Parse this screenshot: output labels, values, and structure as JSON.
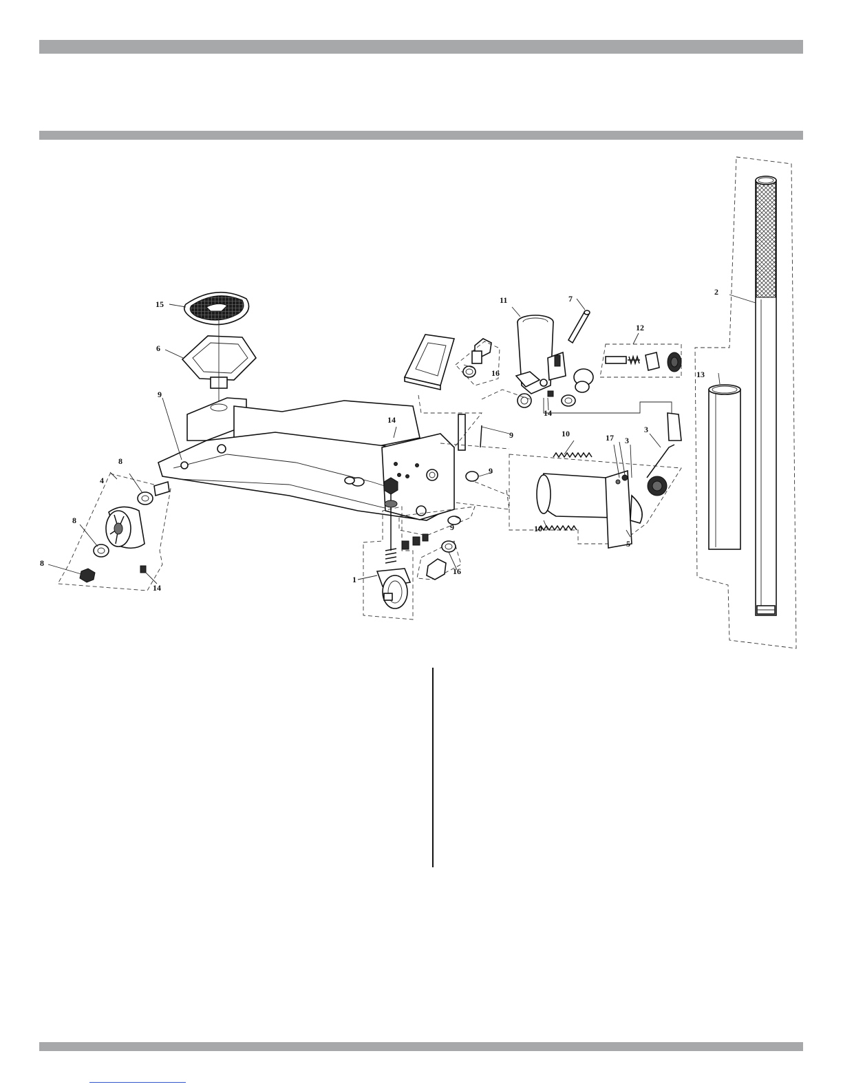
{
  "document": {
    "colors": {
      "bar": "#a7a8aa",
      "ink": "#111111",
      "paper": "#ffffff"
    }
  },
  "diagram": {
    "labels": {
      "l1": "1",
      "l2": "2",
      "l3a": "3",
      "l3b": "3",
      "l4": "4",
      "l5": "5",
      "l6": "6",
      "l7": "7",
      "l8a": "8",
      "l8b": "8",
      "l8c": "8",
      "l9a": "9",
      "l9b": "9",
      "l9c": "9",
      "l9d": "9",
      "l10a": "10",
      "l10b": "10",
      "l11": "11",
      "l12": "12",
      "l13": "13",
      "l14a": "14",
      "l14b": "14",
      "l14c": "14",
      "l15": "15",
      "l16a": "16",
      "l16b": "16",
      "l17": "17"
    }
  }
}
